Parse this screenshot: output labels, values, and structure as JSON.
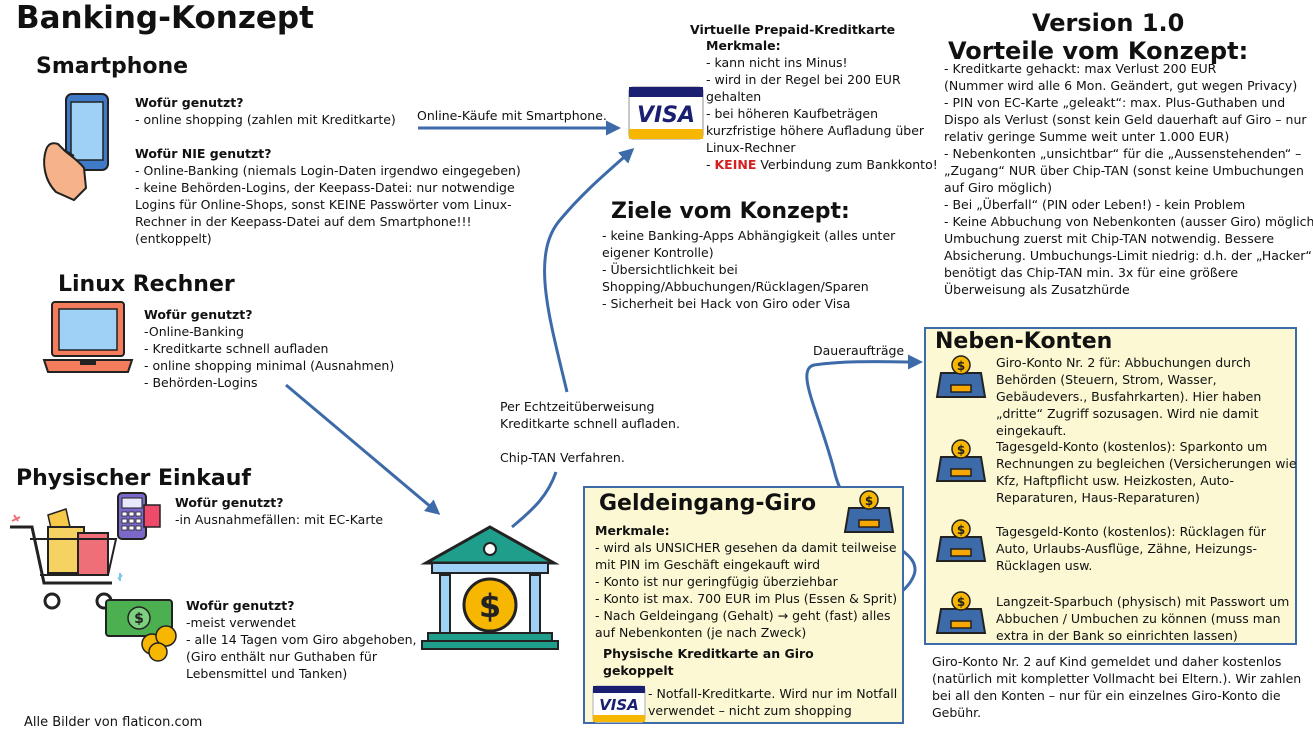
{
  "title": "Banking-Konzept",
  "version": "Version 1.0",
  "credit": "Alle Bilder von flaticon.com",
  "smartphone": {
    "heading": "Smartphone",
    "use_label": "Wofür genutzt?",
    "use_lines": [
      "- online shopping (zahlen mit Kreditkarte)"
    ],
    "never_label": "Wofür NIE genutzt?",
    "never_lines": [
      "- Online-Banking (niemals Login-Daten irgendwo eingegeben)",
      "- keine Behörden-Logins, der Keepass-Datei: nur notwendige",
      "Logins für Online-Shops, sonst KEINE Passwörter vom Linux-",
      "Rechner in der Keepass-Datei auf dem Smartphone!!!",
      "(entkoppelt)"
    ]
  },
  "linux": {
    "heading": "Linux Rechner",
    "use_label": "Wofür genutzt?",
    "lines": [
      "-Online-Banking",
      "- Kreditkarte schnell aufladen",
      "- online shopping minimal (Ausnahmen)",
      "- Behörden-Logins"
    ]
  },
  "physisch": {
    "heading": "Physischer Einkauf",
    "card_label": "Wofür genutzt?",
    "card_lines": [
      "-in Ausnahmefällen: mit EC-Karte"
    ],
    "cash_label": "Wofür genutzt?",
    "cash_lines": [
      "-meist verwendet",
      "- alle 14 Tagen vom Giro abgehoben,",
      "(Giro enthält nur Guthaben für",
      "Lebensmittel und Tanken)"
    ]
  },
  "visa": {
    "heading1": "Virtuelle Prepaid-Kreditkarte",
    "heading2": "Merkmale:",
    "lines": [
      "- kann nicht ins Minus!",
      "- wird in der Regel bei 200 EUR",
      "gehalten",
      "- bei höheren Kaufbeträgen",
      "kurzfristige höhere Aufladung über",
      "Linux-Rechner"
    ],
    "keine_prefix": "- ",
    "keine_red": "KEINE",
    "keine_rest": " Verbindung zum Bankkonto!",
    "logo": "VISA"
  },
  "arrow_labels": {
    "online_kaeufe": "Online-Käufe mit Smartphone.",
    "echtzeit_1": "Per Echtzeitüberweisung",
    "echtzeit_2": "Kreditkarte schnell aufladen.",
    "chip_tan": "Chip-TAN Verfahren.",
    "dauerauftraege": "Daueraufträge"
  },
  "vorteile": {
    "heading": "Vorteile vom Konzept:",
    "lines": [
      "- Kreditkarte gehackt: max Verlust 200 EUR",
      "(Nummer wird alle 6 Mon. Geändert, gut wegen Privacy)",
      "- PIN von EC-Karte „geleakt“:  max. Plus-Guthaben und",
      "Dispo als Verlust (sonst kein Geld dauerhaft auf Giro – nur",
      "relativ geringe Summe weit unter 1.000 EUR)",
      "- Nebenkonten „unsichtbar“ für die „Aussenstehenden“ –",
      "„Zugang“ NUR über Chip-TAN (sonst keine Umbuchungen",
      "auf Giro möglich)",
      "- Bei „Überfall“ (PIN oder Leben!) - kein Problem",
      "- Keine Abbuchung von Nebenkonten (ausser Giro) möglich -",
      "Umbuchung zuerst mit Chip-TAN notwendig. Bessere",
      "Absicherung. Umbuchungs-Limit niedrig: d.h. der „Hacker“",
      "benötigt das Chip-TAN min. 3x für eine größere",
      "Überweisung als Zusatzhürde"
    ]
  },
  "ziele": {
    "heading": "Ziele vom Konzept:",
    "lines": [
      "- keine Banking-Apps Abhängigkeit (alles unter",
      "eigener Kontrolle)",
      "- Übersichtlichkeit bei",
      "Shopping/Abbuchungen/Rücklagen/Sparen",
      "- Sicherheit bei Hack von Giro oder Visa"
    ]
  },
  "giro": {
    "heading": "Geldeingang-Giro",
    "merkmale": "Merkmale:",
    "lines": [
      "- wird als UNSICHER gesehen da damit teilweise",
      "mit PIN im Geschäft eingekauft wird",
      "- Konto ist nur geringfügig überziehbar",
      "- Konto ist max. 700 EUR im Plus (Essen & Sprit)",
      "- Nach Geldeingang (Gehalt) → geht (fast) alles",
      "auf Nebenkonten (je nach Zweck)"
    ],
    "card_heading_1": "Physische Kreditkarte an Giro",
    "card_heading_2": "gekoppelt",
    "card_lines": [
      "- Notfall-Kreditkarte. Wird nur im Notfall",
      "verwendet – nicht zum shopping"
    ]
  },
  "neben": {
    "heading": "Neben-Konten",
    "accounts": [
      {
        "lines": [
          "Giro-Konto Nr. 2 für: Abbuchungen durch",
          "Behörden (Steuern, Strom, Wasser,",
          "Gebäudevers., Busfahrkarten). Hier haben",
          "„dritte“ Zugriff sozusagen. Wird nie damit",
          "eingekauft."
        ]
      },
      {
        "lines": [
          "Tagesgeld-Konto (kostenlos): Sparkonto um",
          "Rechnungen zu begleichen (Versicherungen wie",
          "Kfz, Haftpflicht usw. Heizkosten, Auto-",
          "Reparaturen, Haus-Reparaturen)"
        ]
      },
      {
        "lines": [
          "Tagesgeld-Konto (kostenlos): Rücklagen für",
          "Auto, Urlaubs-Ausflüge, Zähne, Heizungs-",
          "Rücklagen  usw."
        ]
      },
      {
        "lines": [
          "Langzeit-Sparbuch (physisch) mit Passwort um",
          "Abbuchen / Umbuchen zu können (muss man",
          "extra in der Bank so einrichten lassen)"
        ]
      }
    ],
    "footnote": [
      "Giro-Konto Nr. 2 auf Kind gemeldet und daher kostenlos",
      "(natürlich mit kompletter Vollmacht bei Eltern.). Wir zahlen",
      "bei all den Konten – nur für ein einzelnes Giro-Konto die",
      "Gebühr."
    ]
  },
  "icons": [
    "smartphone-hand-icon",
    "laptop-icon",
    "shopping-cart-icon",
    "card-terminal-icon",
    "cash-coins-icon",
    "bank-building-icon",
    "visa-card-icon",
    "money-box-icon"
  ],
  "colors": {
    "frame_blue": "#3d6aa8",
    "box_fill": "#fbf8d3",
    "red": "#d42020",
    "visa_blue": "#1a1f71",
    "visa_gold": "#f7b600"
  }
}
